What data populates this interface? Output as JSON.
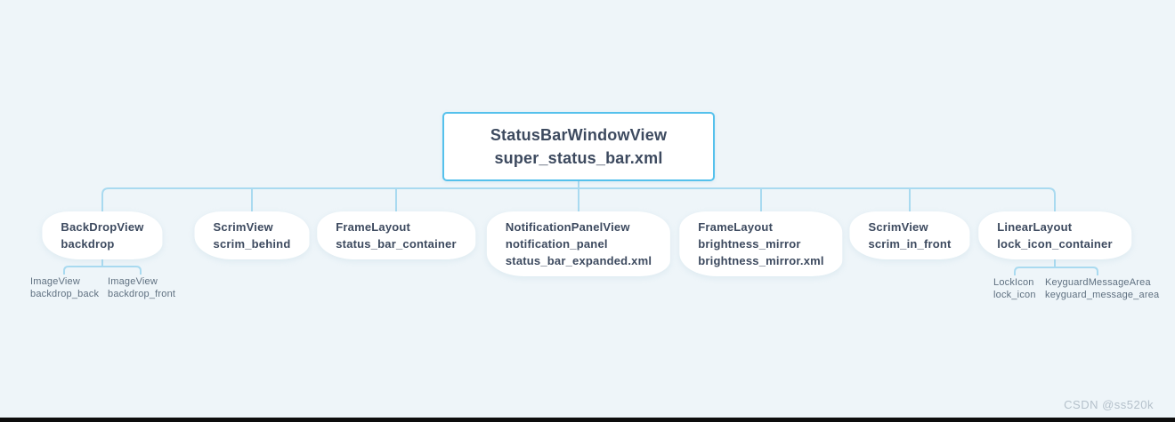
{
  "page": {
    "watermark": "CSDN @ss520k"
  },
  "colors": {
    "background": "#eef5f9",
    "node_text": "#3d4a5f",
    "leaf_text": "#5f7080",
    "connector": "#a9daf0",
    "root_border": "#55c1ec",
    "node_bg": "#ffffff",
    "watermark": "#b5c1cb",
    "bottom_bar": "#0d0d0d"
  },
  "tree": {
    "root": {
      "lines": [
        "StatusBarWindowView",
        "super_status_bar.xml"
      ]
    },
    "children": [
      {
        "lines": [
          "BackDropView",
          "backdrop"
        ],
        "children": [
          {
            "lines": [
              "ImageView",
              "backdrop_back"
            ]
          },
          {
            "lines": [
              "ImageView",
              "backdrop_front"
            ]
          }
        ]
      },
      {
        "lines": [
          "ScrimView",
          "scrim_behind"
        ]
      },
      {
        "lines": [
          "FrameLayout",
          "status_bar_container"
        ]
      },
      {
        "lines": [
          "NotificationPanelView",
          "notification_panel",
          "status_bar_expanded.xml"
        ]
      },
      {
        "lines": [
          "FrameLayout",
          "brightness_mirror",
          "brightness_mirror.xml"
        ]
      },
      {
        "lines": [
          "ScrimView",
          "scrim_in_front"
        ]
      },
      {
        "lines": [
          "LinearLayout",
          "lock_icon_container"
        ],
        "children": [
          {
            "lines": [
              "LockIcon",
              "lock_icon"
            ]
          },
          {
            "lines": [
              "KeyguardMessageArea",
              "keyguard_message_area"
            ]
          }
        ]
      }
    ]
  }
}
